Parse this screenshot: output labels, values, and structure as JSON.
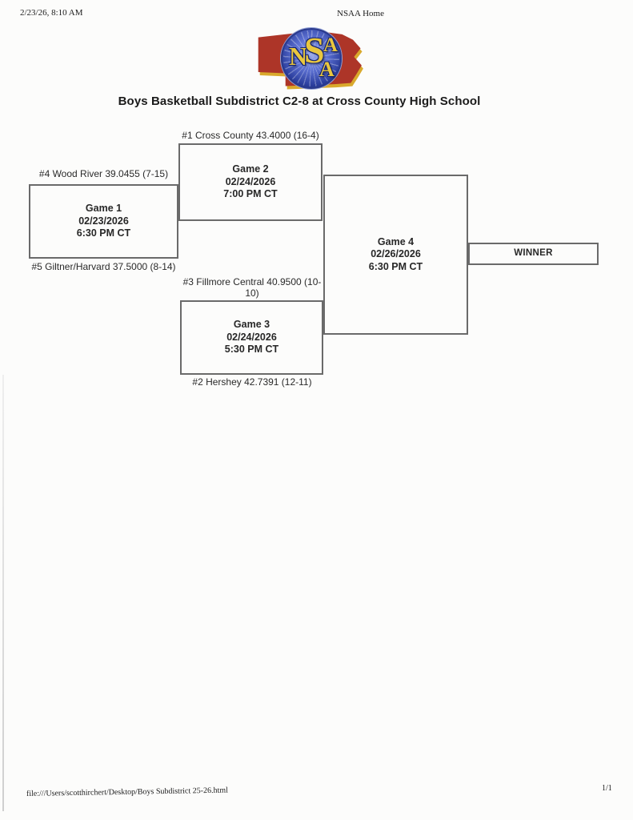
{
  "print_header": {
    "datetime": "2/23/26, 8:10 AM",
    "page_title": "NSAA Home"
  },
  "logo": {
    "letters": [
      "N",
      "S",
      "A",
      "A"
    ],
    "colors": {
      "state_red": "#ad3528",
      "outline_gold": "#d9a92c",
      "globe_blue": "#2c3f9e",
      "letter_gold": "#e9c73e"
    }
  },
  "title": "Boys Basketball Subdistrict C2-8 at Cross County High School",
  "bracket": {
    "winner_label": "WINNER",
    "games": [
      {
        "name": "Game 1",
        "date": "02/23/2026",
        "time": "6:30 PM CT",
        "top_seed": "#4 Wood River 39.0455 (7-15)",
        "bottom_seed": "#5 Giltner/Harvard 37.5000 (8-14)"
      },
      {
        "name": "Game 2",
        "date": "02/24/2026",
        "time": "7:00 PM CT",
        "top_seed": "#1 Cross County 43.4000 (16-4)"
      },
      {
        "name": "Game 3",
        "date": "02/24/2026",
        "time": "5:30 PM CT",
        "top_seed": "#3 Fillmore Central 40.9500 (10-10)",
        "bottom_seed": "#2 Hershey 42.7391 (12-11)"
      },
      {
        "name": "Game 4",
        "date": "02/26/2026",
        "time": "6:30 PM CT"
      }
    ]
  },
  "print_footer": {
    "file_url": "file:///Users/scotthirchert/Desktop/Boys Subdistrict 25-26.html",
    "page_number": "1/1"
  }
}
